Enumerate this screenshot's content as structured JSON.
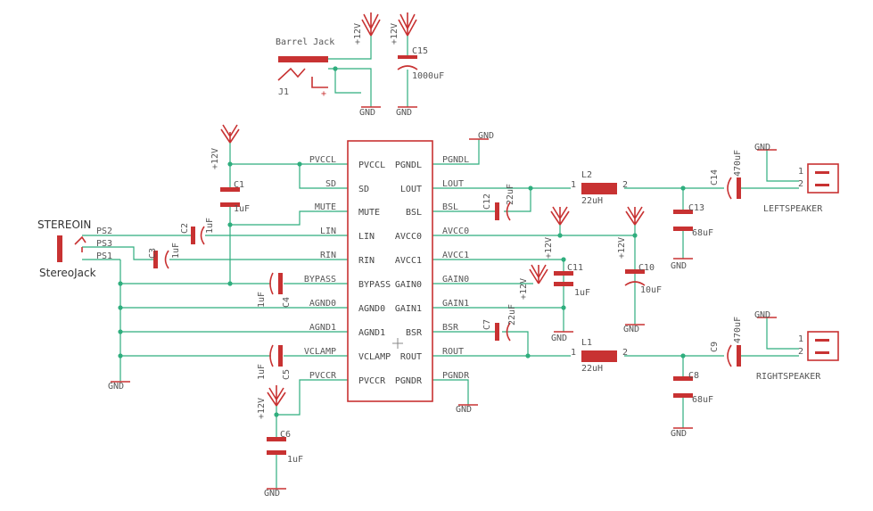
{
  "title": "",
  "ic": {
    "pins_left": [
      "PVCCL",
      "SD",
      "MUTE",
      "LIN",
      "RIN",
      "BYPASS",
      "AGND0",
      "AGND1",
      "VCLAMP",
      "PVCCR"
    ],
    "pins_right": [
      "PGNDL",
      "LOUT",
      "BSL",
      "AVCC0",
      "AVCC1",
      "GAIN0",
      "GAIN1",
      "BSR",
      "ROUT",
      "PGNDR"
    ]
  },
  "nets": {
    "left": [
      "PVCCL",
      "",
      "MUTE",
      "LIN",
      "RIN",
      "BYPASS",
      "AGND0",
      "AGND1",
      "VCLAMP",
      "PVCCR"
    ],
    "right": [
      "PGNDL",
      "LOUT",
      "BSL",
      "AVCC0",
      "AVCC1",
      "GAIN0",
      "GAIN1",
      "BSR",
      "ROUT",
      "PGNDR"
    ]
  },
  "supply": {
    "v12": "+12V",
    "gnd": "GND"
  },
  "barrel": {
    "name": "Barrel Jack",
    "ref": "J1"
  },
  "c15": {
    "ref": "C15",
    "value": "1000uF"
  },
  "c1": {
    "ref": "C1",
    "value": "1uF"
  },
  "c2": {
    "ref": "C2",
    "value": "1uF"
  },
  "c3": {
    "ref": "C3",
    "value": "1uF"
  },
  "c4": {
    "ref": "C4",
    "value": "1uF"
  },
  "c5": {
    "ref": "C5",
    "value": "1uF"
  },
  "c6": {
    "ref": "C6",
    "value": "1uF"
  },
  "c7": {
    "ref": "C7",
    "value": "22uF"
  },
  "c8": {
    "ref": "C8",
    "value": "68uF"
  },
  "c9": {
    "ref": "C9",
    "value": "470uF"
  },
  "c10": {
    "ref": "C10",
    "value": "10uF"
  },
  "c11": {
    "ref": "C11",
    "value": "1uF"
  },
  "c12": {
    "ref": "C12",
    "value": "22uF"
  },
  "c13": {
    "ref": "C13",
    "value": "68uF"
  },
  "c14": {
    "ref": "C14",
    "value": "470uF"
  },
  "l1": {
    "ref": "L1",
    "value": "22uH",
    "pin1": "1",
    "pin2": "2"
  },
  "l2": {
    "ref": "L2",
    "value": "22uH",
    "pin1": "1",
    "pin2": "2"
  },
  "jack": {
    "name": "STEREOIN",
    "part": "StereoJack",
    "p2": "PS2",
    "p3": "PS3",
    "p1": "PS1"
  },
  "left_speaker": {
    "name": "LEFTSPEAKER",
    "pin1": "1",
    "pin2": "2"
  },
  "right_speaker": {
    "name": "RIGHTSPEAKER",
    "pin1": "1",
    "pin2": "2"
  }
}
